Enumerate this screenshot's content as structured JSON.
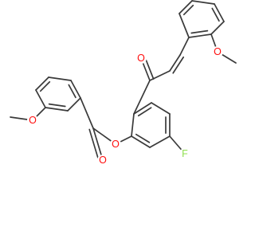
{
  "molecule": {
    "atoms": [
      {
        "id": "o-methoxy-1",
        "symbol": "O",
        "color": "#ff0d0d"
      },
      {
        "id": "o-ester-carbonyl",
        "symbol": "O",
        "color": "#ff0d0d"
      },
      {
        "id": "o-ester-link",
        "symbol": "O",
        "color": "#ff0d0d"
      },
      {
        "id": "o-ketone",
        "symbol": "O",
        "color": "#ff0d0d"
      },
      {
        "id": "o-methoxy-2",
        "symbol": "O",
        "color": "#ff0d0d"
      },
      {
        "id": "f-fluoro",
        "symbol": "F",
        "color": "#90e050"
      }
    ]
  }
}
